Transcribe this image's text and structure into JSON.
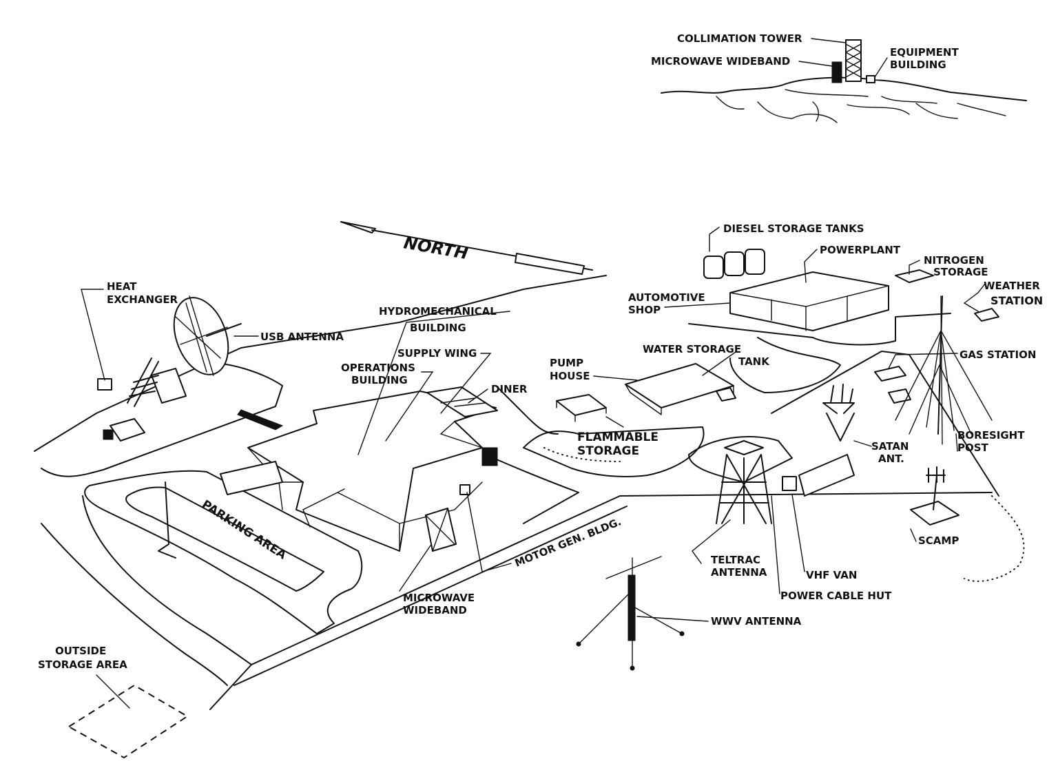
{
  "diagram": {
    "north_label": "NORTH",
    "labels": {
      "collimation_tower": "COLLIMATION TOWER",
      "microwave_wideband_top": "MICROWAVE WIDEBAND",
      "equipment_building_1": "EQUIPMENT",
      "equipment_building_2": "BUILDING",
      "diesel_storage_tanks": "DIESEL STORAGE TANKS",
      "powerplant": "POWERPLANT",
      "nitrogen_storage_1": "NITROGEN",
      "nitrogen_storage_2": "STORAGE",
      "weather_station_1": "WEATHER",
      "weather_station_2": "STATION",
      "automotive_shop_1": "AUTOMOTIVE",
      "automotive_shop_2": "SHOP",
      "heat_exchanger_1": "HEAT",
      "heat_exchanger_2": "EXCHANGER",
      "usb_antenna": "USB ANTENNA",
      "hydromechanical_building_1": "HYDROMECHANICAL",
      "hydromechanical_building_2": "BUILDING",
      "supply_wing": "SUPPLY WING",
      "operations_building_1": "OPERATIONS",
      "operations_building_2": "BUILDING",
      "diner": "DINER",
      "water_storage_tank_1": "WATER STORAGE",
      "water_storage_tank_2": "TANK",
      "pump_house_1": "PUMP",
      "pump_house_2": "HOUSE",
      "gas_station": "GAS STATION",
      "flammable_storage_1": "FLAMMABLE",
      "flammable_storage_2": "STORAGE",
      "satan_ant_1": "SATAN",
      "satan_ant_2": "ANT.",
      "boresight_post_1": "BORESIGHT",
      "boresight_post_2": "POST",
      "parking_area": "PARKING AREA",
      "motor_gen_bldg": "MOTOR GEN. BLDG.",
      "scamp": "SCAMP",
      "teltrac_antenna_1": "TELTRAC",
      "teltrac_antenna_2": "ANTENNA",
      "vhf_van": "VHF VAN",
      "power_cable_hut": "POWER CABLE HUT",
      "microwave_wideband_1": "MICROWAVE",
      "microwave_wideband_2": "WIDEBAND",
      "wwv_antenna": "WWV ANTENNA",
      "outside_storage_area_1": "OUTSIDE",
      "outside_storage_area_2": "STORAGE AREA"
    },
    "colors": {
      "ink": "#111111",
      "background": "#ffffff"
    }
  }
}
